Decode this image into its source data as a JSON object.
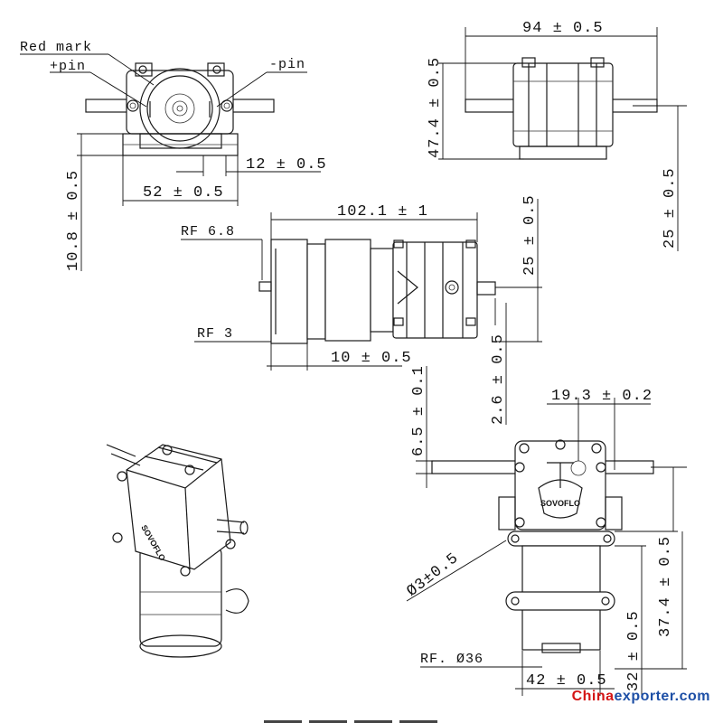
{
  "annotations": {
    "red_mark": "Red mark",
    "plus_pin": "+pin",
    "minus_pin": "-pin",
    "rf_6_8": "RF 6.8",
    "rf_3": "RF 3",
    "rf_36": "RF. Ø36",
    "phi_3": "Ø3±0.5"
  },
  "dimensions": {
    "d94": "94 ± 0.5",
    "d47_4": "47.4 ± 0.5",
    "d25_top": "25 ± 0.5",
    "d12": "12 ± 0.5",
    "d52": "52 ± 0.5",
    "d10_8": "10.8 ± 0.5",
    "d102_1": "102.1 ± 1",
    "d25_mid": "25 ± 0.5",
    "d10": "10 ± 0.5",
    "d2_6": "2.6 ± 0.5",
    "d6_5": "6.5 ± 0.1",
    "d19_3": "19.3 ± 0.2",
    "d37_4": "37.4 ± 0.5",
    "d32": "32 ± 0.5",
    "d42": "42 ± 0.5"
  },
  "brand": "SOVOFLO",
  "watermark": {
    "part1": "China",
    "part2": "exporter.com"
  }
}
